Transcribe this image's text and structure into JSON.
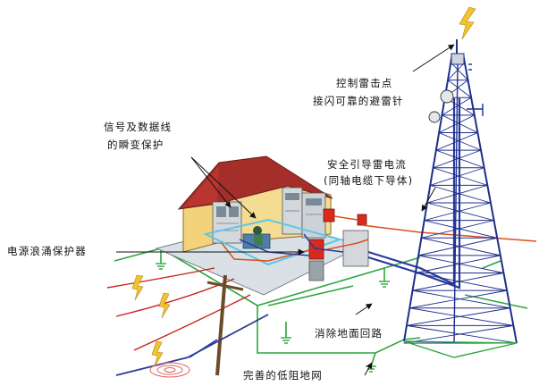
{
  "labels": {
    "strike_point": "控制雷击点",
    "rod": "接闪可靠的避雷针",
    "signal_line": "信号及数据线",
    "transient": "的瞬变保护",
    "down_conductor": "安全引导雷电流",
    "coax": "(同轴电缆下导体)",
    "surge_protector": "电源浪涌保护器",
    "ground_loop": "消除地面回路",
    "ground_grid": "完善的低阻地网"
  },
  "colors": {
    "roof": "#a42e2a",
    "wall": "#f2d27a",
    "floor": "#d9e0e6",
    "cabinet": "#d4d8dc",
    "tower": "#1d2f8c",
    "ground_wire": "#2ea640",
    "power_cable": "#d9501c",
    "coax_cable": "#2b3a9a",
    "bolt": "#f2c230"
  }
}
